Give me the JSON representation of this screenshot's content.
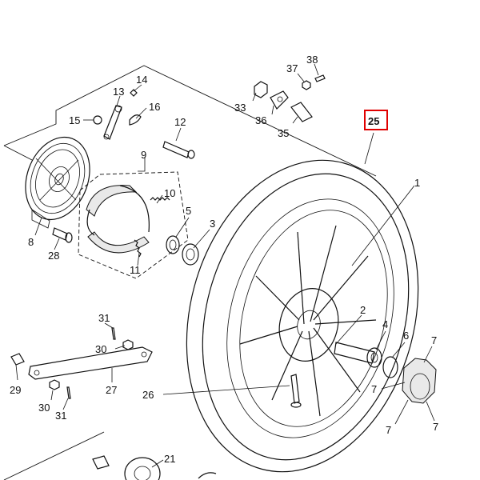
{
  "highlight_color": "#e00000",
  "labels": {
    "l1": "1",
    "l2": "2",
    "l3": "3",
    "l4": "4",
    "l5": "5",
    "l6": "6",
    "l7a": "7",
    "l7b": "7",
    "l7c": "7",
    "l7d": "7",
    "l8": "8",
    "l9": "9",
    "l10": "10",
    "l11": "11",
    "l12": "12",
    "l13": "13",
    "l14": "14",
    "l15": "15",
    "l16": "16",
    "l21": "21",
    "l25": "25",
    "l26": "26",
    "l27": "27",
    "l28": "28",
    "l29": "29",
    "l30a": "30",
    "l30b": "30",
    "l31a": "31",
    "l31b": "31",
    "l33": "33",
    "l35": "35",
    "l36": "36",
    "l37": "37",
    "l38": "38"
  }
}
